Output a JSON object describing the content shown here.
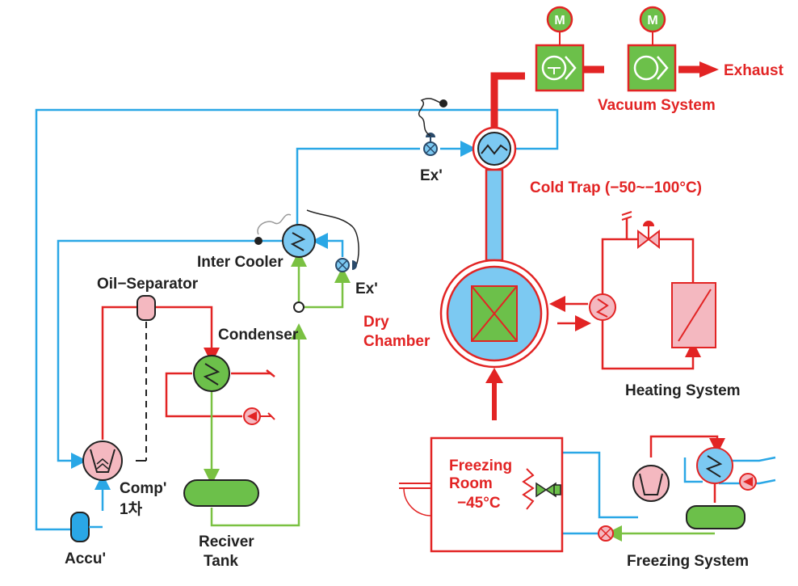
{
  "colors": {
    "refrigerant_line": "#2aa7e6",
    "hot_line": "#e22424",
    "liquid_line": "#7ac142",
    "chamber_fill": "#7cc9f2",
    "unit_green": "#6cc04a",
    "unit_pink": "#f4b8c0",
    "label_dark": "#222222",
    "label_red": "#e22424"
  },
  "icons": {
    "motor": "motor-icon",
    "pump": "vacuum-pump-icon",
    "heat_exchanger": "heat-exchanger-icon",
    "expansion_valve": "expansion-valve-icon",
    "compressor": "compressor-icon",
    "fan": "fan-icon",
    "heater": "heater-icon"
  },
  "motor_label": "M",
  "labels": {
    "exhaust": "Exhaust",
    "vacuum_system": "Vacuum System",
    "cold_trap": "Cold Trap (−50~−100°C)",
    "ex_top": "Ex'",
    "ex_mid": "Ex'",
    "inter_cooler": "Inter Cooler",
    "oil_separator": "Oil−Separator",
    "condenser": "Condenser",
    "dry_line1": "Dry",
    "dry_line2": "Chamber",
    "heating_system": "Heating System",
    "comp_line1": "Comp'",
    "comp_line2": "1차",
    "accu": "Accu'",
    "reciver_line1": "Reciver",
    "reciver_line2": "Tank",
    "freezing_room_line1": "Freezing",
    "freezing_room_line2": "Room",
    "freezing_room_temp": "−45°C",
    "freezing_system": "Freezing System"
  }
}
